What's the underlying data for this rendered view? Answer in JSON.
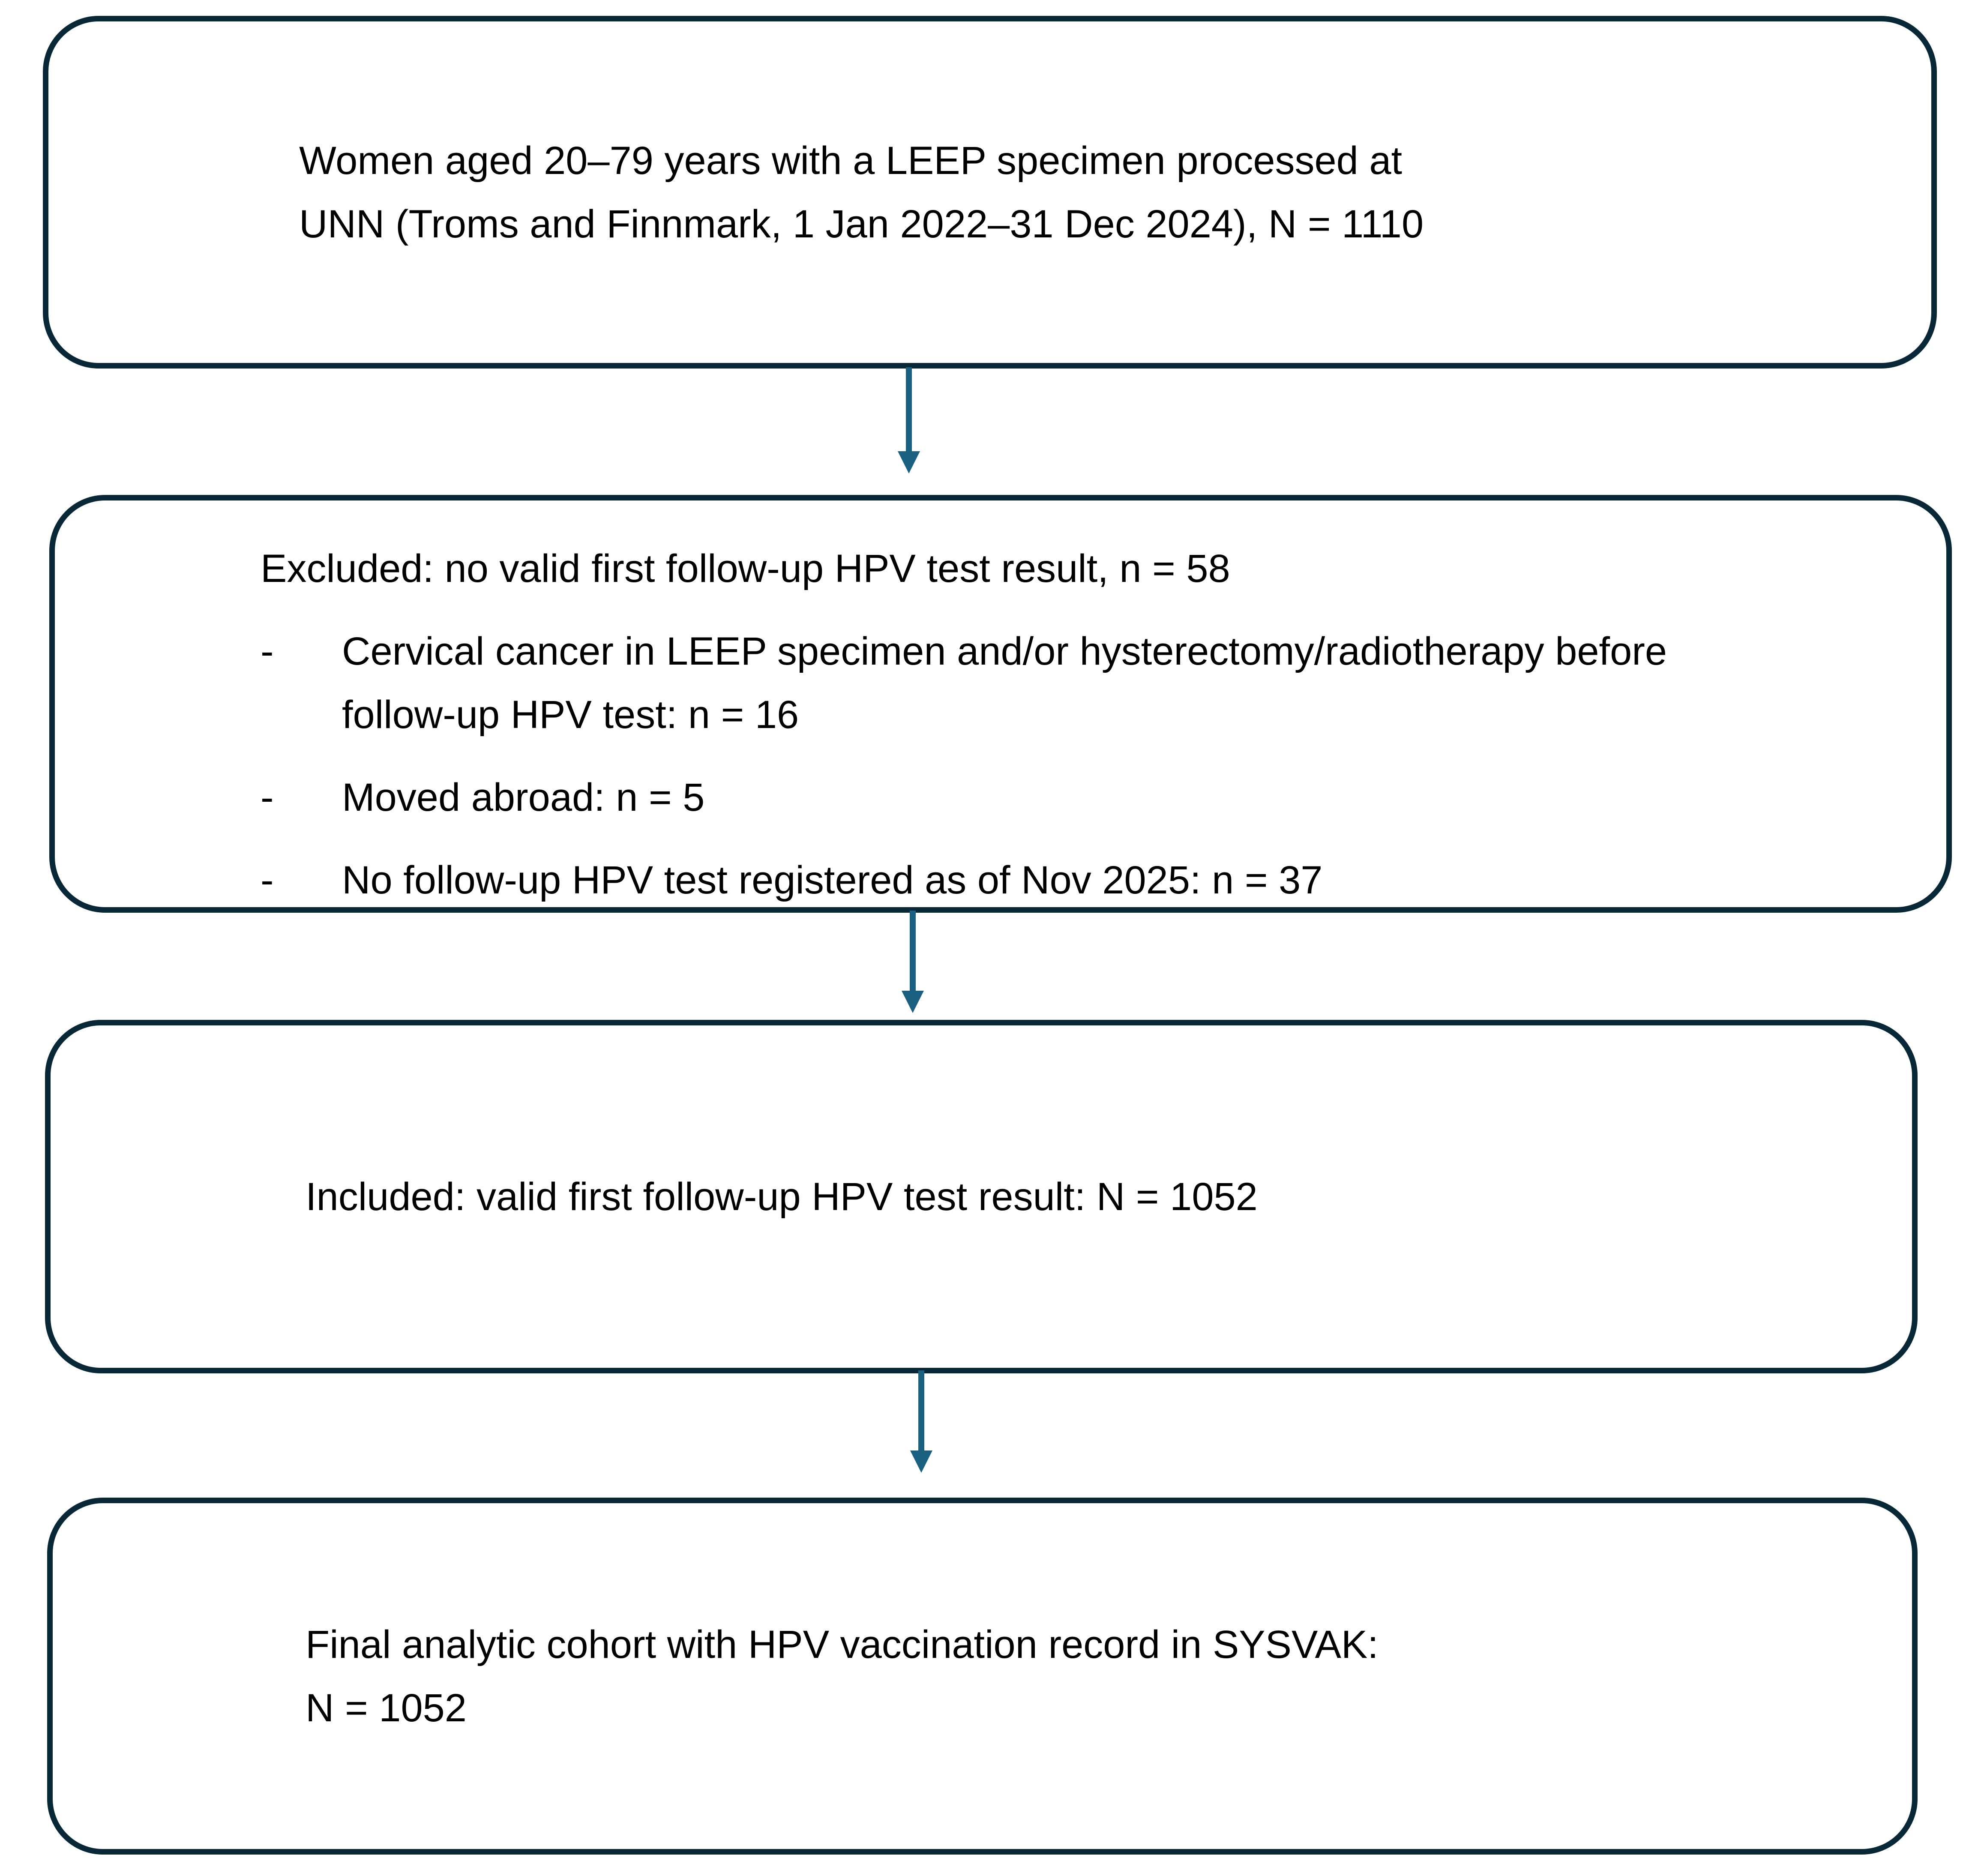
{
  "diagram": {
    "type": "flowchart",
    "direction": "top-down",
    "colors": {
      "box_border": "#082838",
      "arrow": "#1A6080",
      "text": "#000000",
      "background": "#FFFFFF"
    },
    "bullet_marker": "-",
    "boxes": [
      {
        "name": "source-population",
        "lines": [
          "Women aged 20–79 years with a LEEP specimen processed at",
          "UNN (Troms and Finnmark, 1 Jan 2022–31 Dec 2024), N = 1110"
        ]
      },
      {
        "name": "excluded",
        "intro": "Excluded: no valid first follow-up HPV test result, n = 58",
        "bullets": [
          "Cervical cancer in LEEP specimen and/or hysterectomy/radiotherapy before follow-up HPV test: n = 16",
          "Moved abroad: n = 5",
          "No follow-up HPV test registered as of Nov 2025: n = 37"
        ]
      },
      {
        "name": "included",
        "text": "Included: valid first follow-up HPV test result: N = 1052"
      },
      {
        "name": "final-cohort",
        "lines": [
          "Final analytic cohort with HPV vaccination record in SYSVAK:",
          "N = 1052"
        ]
      }
    ],
    "counts": {
      "initial": 1110,
      "excluded_total": 58,
      "excluded_cancer_or_hysterectomy_radiotherapy": 16,
      "excluded_moved_abroad": 5,
      "excluded_no_followup_test": 37,
      "included": 1052,
      "final_cohort": 1052
    }
  }
}
